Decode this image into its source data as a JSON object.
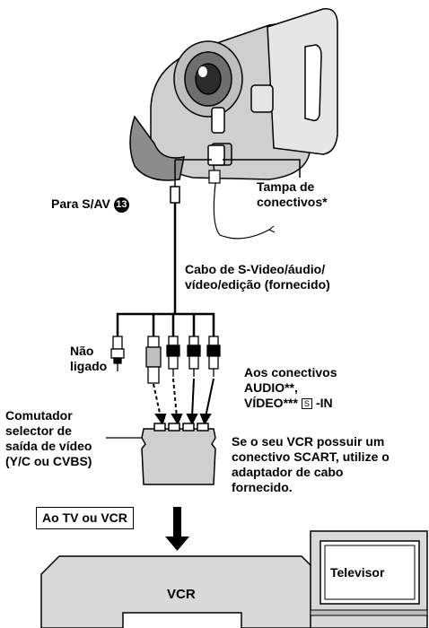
{
  "labels": {
    "para_sav": "Para S/AV",
    "para_sav_ref": "13",
    "tampa": "Tampa de\nconectivos*",
    "cabo": "Cabo de S-Video/áudio/\nvídeo/edição (fornecido)",
    "nao_ligado": "Não\nligado",
    "aos_conectivos_1": "Aos conectivos\nAUDIO**,",
    "aos_conectivos_2a": "VÍDEO***",
    "s_symbol": "S",
    "aos_conectivos_2b": "-IN",
    "comutador": "Comutador\nselector de\nsaída de vídeo\n(Y/C ou CVBS)",
    "scart_note": "Se o seu VCR possuir um\nconectivo SCART, utilize o\nadaptador de cabo\nfornecido.",
    "ao_tv": "Ao TV ou VCR",
    "vcr": "VCR",
    "televisor": "Televisor"
  }
}
